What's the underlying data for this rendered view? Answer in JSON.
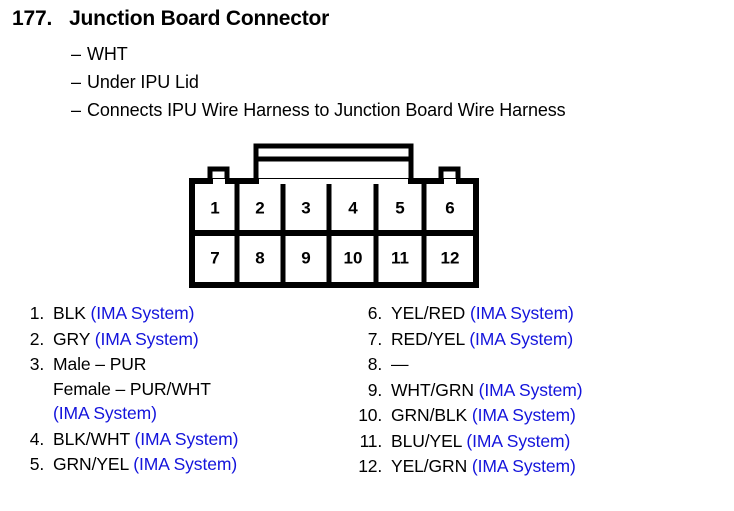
{
  "header": {
    "number": "177.",
    "title": "Junction Board Connector",
    "bullets": [
      "WHT",
      "Under IPU Lid",
      "Connects IPU Wire Harness to Junction Board Wire Harness"
    ],
    "dash": "–"
  },
  "connector": {
    "name": "12-pin connector pinout diagram",
    "rows": [
      [
        "1",
        "2",
        "3",
        "4",
        "5",
        "6"
      ],
      [
        "7",
        "8",
        "9",
        "10",
        "11",
        "12"
      ]
    ],
    "pin_count": 12,
    "outline_color": "#000000",
    "fill_color": "#ffffff"
  },
  "pin_list": {
    "system_tag": "(IMA System)",
    "left_column": [
      {
        "index": "1.",
        "lines": [
          {
            "wire": "BLK",
            "tag": "(IMA System)"
          }
        ]
      },
      {
        "index": "2.",
        "lines": [
          {
            "wire": "GRY",
            "tag": "(IMA System)"
          }
        ]
      },
      {
        "index": "3.",
        "lines": [
          {
            "wire": "Male – PUR",
            "tag": ""
          },
          {
            "wire": "Female – PUR/WHT",
            "tag": ""
          },
          {
            "wire": "",
            "tag": "(IMA System)"
          }
        ]
      },
      {
        "index": "4.",
        "lines": [
          {
            "wire": "BLK/WHT",
            "tag": "(IMA System)"
          }
        ]
      },
      {
        "index": "5.",
        "lines": [
          {
            "wire": "GRN/YEL",
            "tag": "(IMA System)"
          }
        ]
      }
    ],
    "right_column": [
      {
        "index": "6.",
        "lines": [
          {
            "wire": "YEL/RED",
            "tag": "(IMA System)"
          }
        ]
      },
      {
        "index": "7.",
        "lines": [
          {
            "wire": "RED/YEL",
            "tag": "(IMA System)"
          }
        ]
      },
      {
        "index": "8.",
        "lines": [
          {
            "wire": "—",
            "tag": ""
          }
        ]
      },
      {
        "index": "9.",
        "lines": [
          {
            "wire": "WHT/GRN",
            "tag": "(IMA System)"
          }
        ]
      },
      {
        "index": "10.",
        "lines": [
          {
            "wire": "GRN/BLK",
            "tag": "(IMA System)"
          }
        ]
      },
      {
        "index": "11.",
        "lines": [
          {
            "wire": "BLU/YEL",
            "tag": "(IMA System)"
          }
        ]
      },
      {
        "index": "12.",
        "lines": [
          {
            "wire": "YEL/GRN",
            "tag": "(IMA System)"
          }
        ]
      }
    ]
  },
  "colors": {
    "text": "#000000",
    "system_tag": "#1414dc",
    "background": "#ffffff"
  }
}
